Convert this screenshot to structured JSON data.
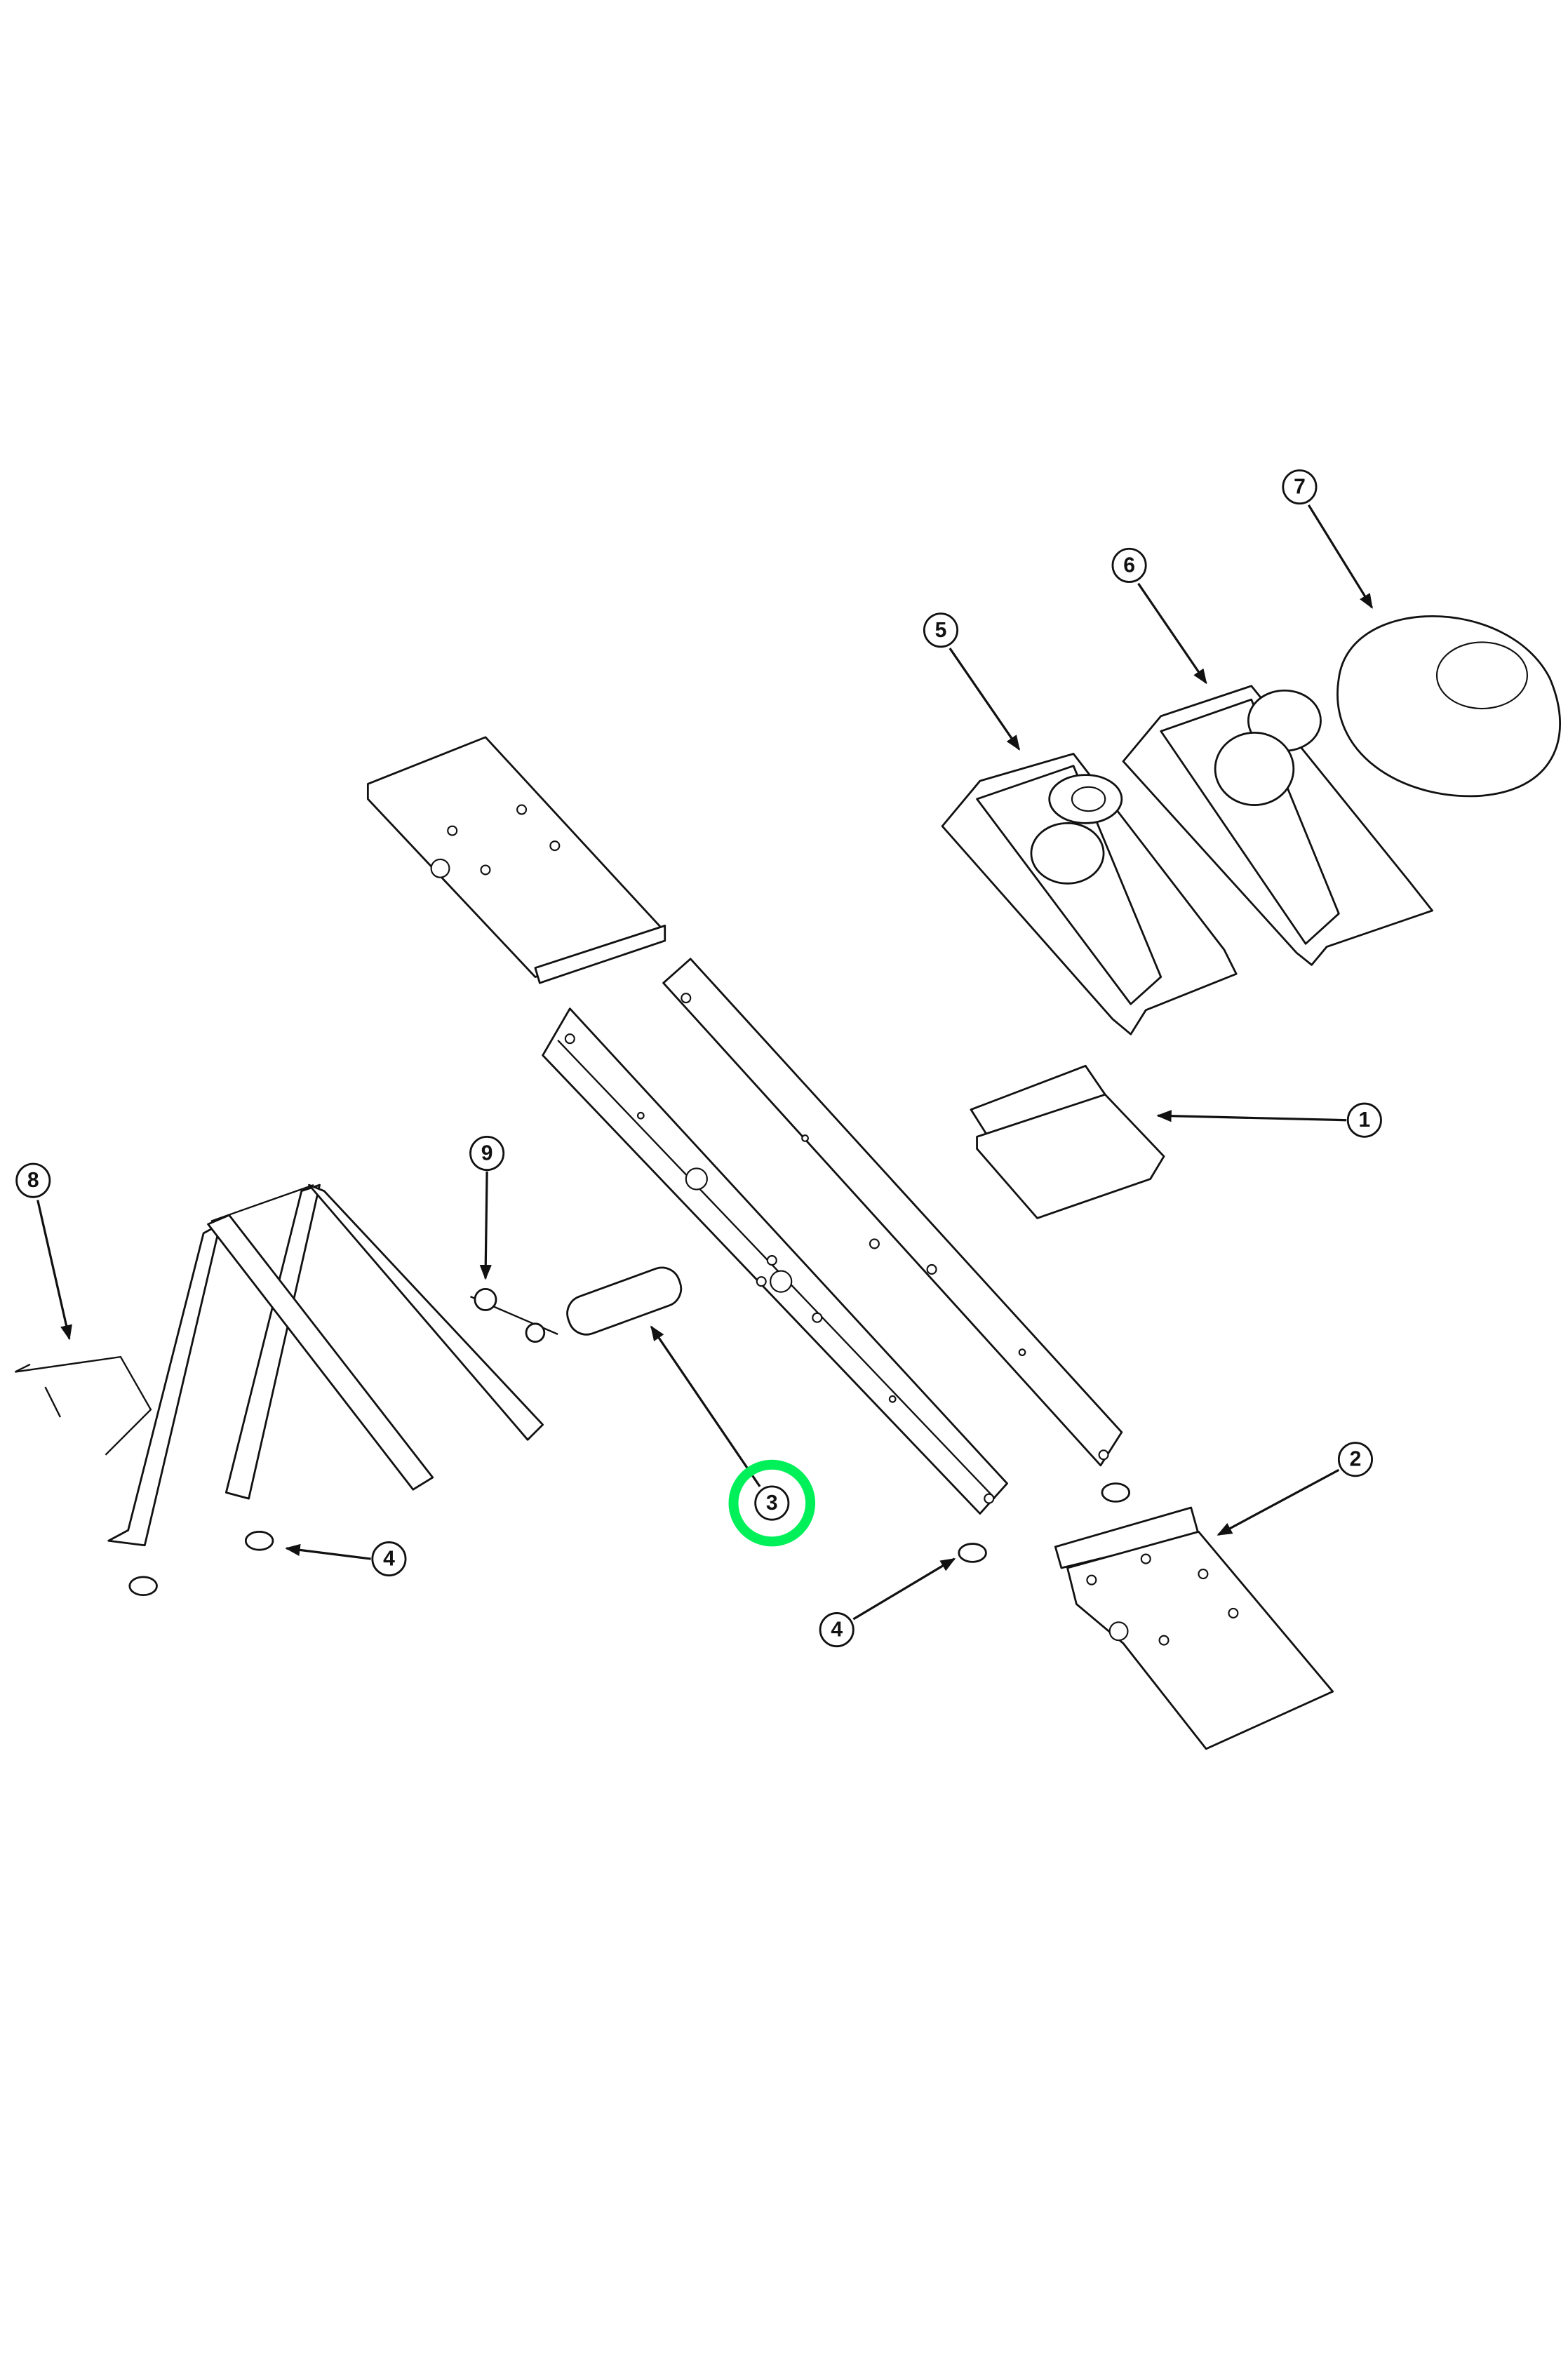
{
  "callouts": [
    {
      "id": "1",
      "label": "1"
    },
    {
      "id": "2",
      "label": "2"
    },
    {
      "id": "3",
      "label": "3"
    },
    {
      "id": "4a",
      "label": "4"
    },
    {
      "id": "4b",
      "label": "4"
    },
    {
      "id": "5",
      "label": "5"
    },
    {
      "id": "6",
      "label": "6"
    },
    {
      "id": "7",
      "label": "7"
    },
    {
      "id": "8",
      "label": "8"
    },
    {
      "id": "9",
      "label": "9"
    }
  ],
  "highlight": {
    "callout": "3",
    "color": "#00F05A"
  }
}
